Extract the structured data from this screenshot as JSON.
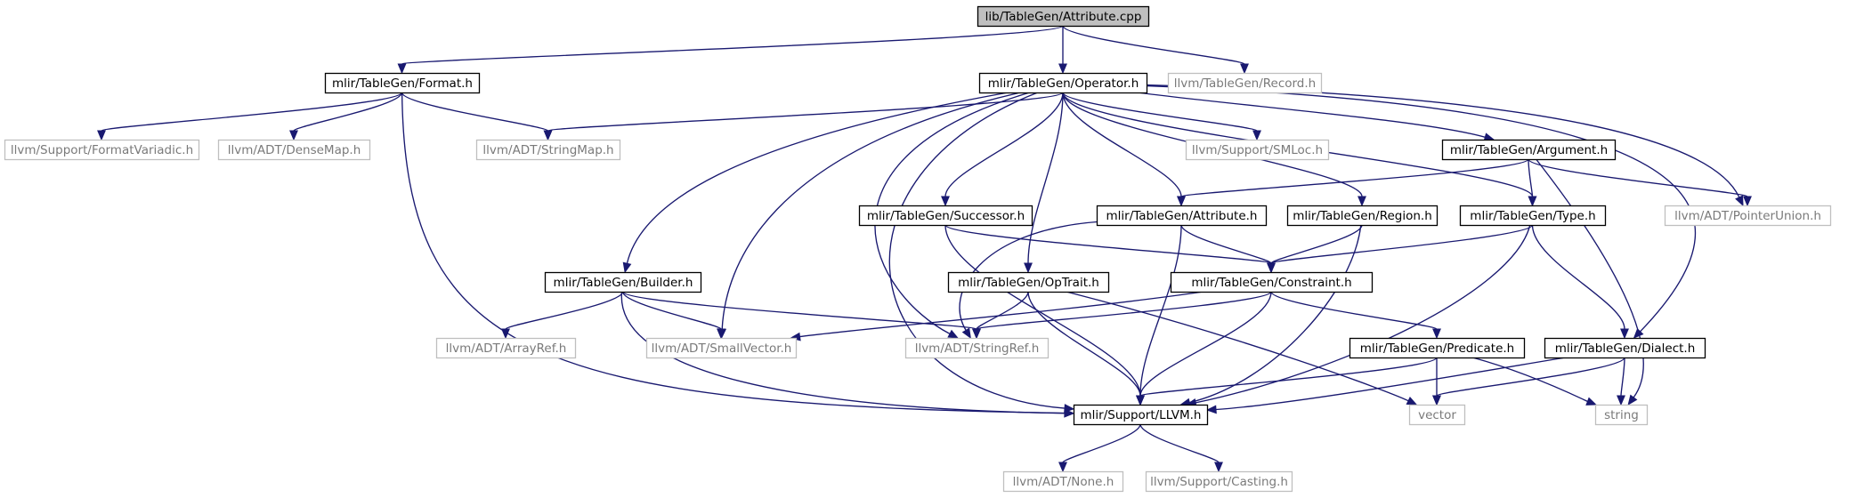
{
  "diagram": {
    "nodes": [
      {
        "id": "attribute_cpp",
        "label": "lib/TableGen/Attribute.cpp",
        "style": "root"
      },
      {
        "id": "format_h",
        "label": "mlir/TableGen/Format.h",
        "style": "internal"
      },
      {
        "id": "operator_h",
        "label": "mlir/TableGen/Operator.h",
        "style": "internal"
      },
      {
        "id": "record_h",
        "label": "llvm/TableGen/Record.h",
        "style": "external"
      },
      {
        "id": "formatvariadic_h",
        "label": "llvm/Support/FormatVariadic.h",
        "style": "external"
      },
      {
        "id": "densemap_h",
        "label": "llvm/ADT/DenseMap.h",
        "style": "external"
      },
      {
        "id": "stringmap_h",
        "label": "llvm/ADT/StringMap.h",
        "style": "external"
      },
      {
        "id": "smloc_h",
        "label": "llvm/Support/SMLoc.h",
        "style": "external"
      },
      {
        "id": "argument_h",
        "label": "mlir/TableGen/Argument.h",
        "style": "internal"
      },
      {
        "id": "successor_h",
        "label": "mlir/TableGen/Successor.h",
        "style": "internal"
      },
      {
        "id": "tg_attribute_h",
        "label": "mlir/TableGen/Attribute.h",
        "style": "internal"
      },
      {
        "id": "region_h",
        "label": "mlir/TableGen/Region.h",
        "style": "internal"
      },
      {
        "id": "type_h",
        "label": "mlir/TableGen/Type.h",
        "style": "internal"
      },
      {
        "id": "pointerunion_h",
        "label": "llvm/ADT/PointerUnion.h",
        "style": "external"
      },
      {
        "id": "builder_h",
        "label": "mlir/TableGen/Builder.h",
        "style": "internal"
      },
      {
        "id": "optrait_h",
        "label": "mlir/TableGen/OpTrait.h",
        "style": "internal"
      },
      {
        "id": "constraint_h",
        "label": "mlir/TableGen/Constraint.h",
        "style": "internal"
      },
      {
        "id": "arrayref_h",
        "label": "llvm/ADT/ArrayRef.h",
        "style": "external"
      },
      {
        "id": "smallvector_h",
        "label": "llvm/ADT/SmallVector.h",
        "style": "external"
      },
      {
        "id": "stringref_h",
        "label": "llvm/ADT/StringRef.h",
        "style": "external"
      },
      {
        "id": "predicate_h",
        "label": "mlir/TableGen/Predicate.h",
        "style": "internal"
      },
      {
        "id": "dialect_h",
        "label": "mlir/TableGen/Dialect.h",
        "style": "internal"
      },
      {
        "id": "llvm_h",
        "label": "mlir/Support/LLVM.h",
        "style": "internal"
      },
      {
        "id": "vector",
        "label": "vector",
        "style": "external"
      },
      {
        "id": "string",
        "label": "string",
        "style": "external"
      },
      {
        "id": "none_h",
        "label": "llvm/ADT/None.h",
        "style": "external"
      },
      {
        "id": "casting_h",
        "label": "llvm/Support/Casting.h",
        "style": "external"
      }
    ],
    "edges": [
      [
        "attribute_cpp",
        "format_h"
      ],
      [
        "attribute_cpp",
        "operator_h"
      ],
      [
        "attribute_cpp",
        "record_h"
      ],
      [
        "format_h",
        "formatvariadic_h"
      ],
      [
        "format_h",
        "densemap_h"
      ],
      [
        "format_h",
        "stringmap_h"
      ],
      [
        "format_h",
        "llvm_h"
      ],
      [
        "operator_h",
        "stringmap_h"
      ],
      [
        "operator_h",
        "smloc_h"
      ],
      [
        "operator_h",
        "argument_h"
      ],
      [
        "operator_h",
        "pointerunion_h"
      ],
      [
        "operator_h",
        "successor_h"
      ],
      [
        "operator_h",
        "tg_attribute_h"
      ],
      [
        "operator_h",
        "region_h"
      ],
      [
        "operator_h",
        "type_h"
      ],
      [
        "operator_h",
        "builder_h"
      ],
      [
        "operator_h",
        "smallvector_h"
      ],
      [
        "operator_h",
        "stringref_h"
      ],
      [
        "operator_h",
        "llvm_h"
      ],
      [
        "operator_h",
        "optrait_h"
      ],
      [
        "operator_h",
        "dialect_h"
      ],
      [
        "argument_h",
        "tg_attribute_h"
      ],
      [
        "argument_h",
        "type_h"
      ],
      [
        "argument_h",
        "pointerunion_h"
      ],
      [
        "argument_h",
        "string"
      ],
      [
        "successor_h",
        "constraint_h"
      ],
      [
        "successor_h",
        "llvm_h"
      ],
      [
        "tg_attribute_h",
        "constraint_h"
      ],
      [
        "tg_attribute_h",
        "stringref_h"
      ],
      [
        "tg_attribute_h",
        "llvm_h"
      ],
      [
        "region_h",
        "constraint_h"
      ],
      [
        "region_h",
        "llvm_h"
      ],
      [
        "type_h",
        "constraint_h"
      ],
      [
        "type_h",
        "dialect_h"
      ],
      [
        "type_h",
        "llvm_h"
      ],
      [
        "builder_h",
        "arrayref_h"
      ],
      [
        "builder_h",
        "smallvector_h"
      ],
      [
        "builder_h",
        "stringref_h"
      ],
      [
        "builder_h",
        "llvm_h"
      ],
      [
        "optrait_h",
        "stringref_h"
      ],
      [
        "optrait_h",
        "llvm_h"
      ],
      [
        "optrait_h",
        "vector"
      ],
      [
        "constraint_h",
        "smallvector_h"
      ],
      [
        "constraint_h",
        "stringref_h"
      ],
      [
        "constraint_h",
        "predicate_h"
      ],
      [
        "constraint_h",
        "llvm_h"
      ],
      [
        "predicate_h",
        "llvm_h"
      ],
      [
        "predicate_h",
        "vector"
      ],
      [
        "predicate_h",
        "string"
      ],
      [
        "dialect_h",
        "llvm_h"
      ],
      [
        "dialect_h",
        "vector"
      ],
      [
        "dialect_h",
        "string"
      ],
      [
        "llvm_h",
        "none_h"
      ],
      [
        "llvm_h",
        "casting_h"
      ]
    ]
  }
}
